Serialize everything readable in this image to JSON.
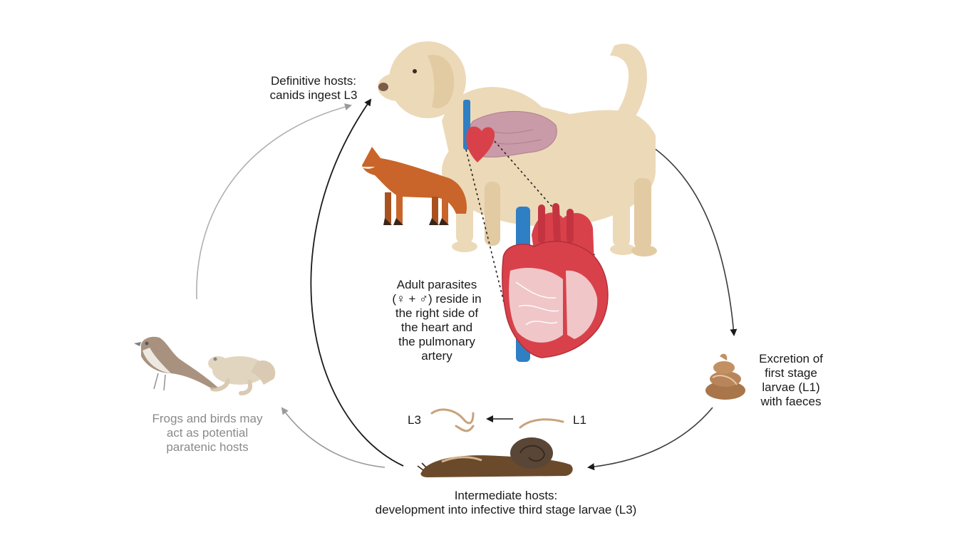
{
  "labels": {
    "definitive": "Definitive hosts:\ncanids ingest L3",
    "adult": "Adult parasites\n(♀ + ♂) reside in\nthe right side of\nthe heart and\nthe pulmonary\nartery",
    "excretion": "Excretion of\nfirst stage\nlarvae (L1)\nwith faeces",
    "paratenic": "Frogs and birds may\nact as potential\nparatenic hosts",
    "intermediate": "Intermediate hosts:\ndevelopment into infective third stage larvae (L3)",
    "l3": "L3",
    "l1": "L1"
  },
  "colors": {
    "text": "#1a1a1a",
    "grey_text": "#8a8a8a",
    "dog": "#ecd9b8",
    "fox": "#c9652a",
    "heart": "#d9414a",
    "vein": "#2f7fc4",
    "lung": "#c99aa8",
    "faeces": "#a8764a",
    "slug": "#6b4a2c",
    "larva": "#c8a27c"
  },
  "icons": [
    "dog-icon",
    "fox-icon",
    "heart-icon",
    "lung-icon",
    "faeces-icon",
    "slug-icon",
    "snail-icon",
    "sparrow-icon",
    "frog-icon",
    "larva-l3-icon",
    "larva-l1-icon"
  ]
}
